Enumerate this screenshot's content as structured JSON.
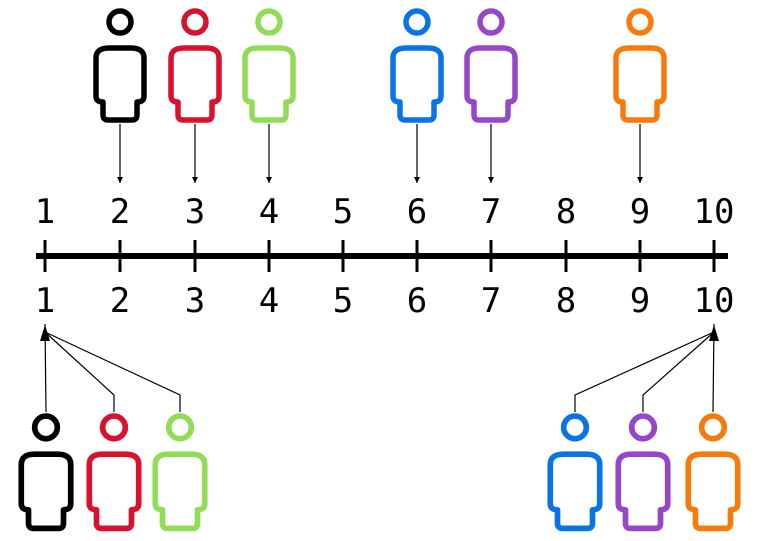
{
  "number_line": {
    "top_labels": [
      "1",
      "2",
      "3",
      "4",
      "5",
      "6",
      "7",
      "8",
      "9",
      "10"
    ],
    "bottom_labels": [
      "1",
      "2",
      "3",
      "4",
      "5",
      "6",
      "7",
      "8",
      "9",
      "10"
    ]
  },
  "people": [
    {
      "icon": "person-icon",
      "color": "#000000",
      "top_value": 2,
      "bottom_value": 1
    },
    {
      "icon": "person-icon",
      "color": "#d7112e",
      "top_value": 3,
      "bottom_value": 1
    },
    {
      "icon": "person-icon",
      "color": "#90dc56",
      "top_value": 4,
      "bottom_value": 1
    },
    {
      "icon": "person-icon",
      "color": "#0a73e6",
      "top_value": 6,
      "bottom_value": 10
    },
    {
      "icon": "person-icon",
      "color": "#9546c9",
      "top_value": 7,
      "bottom_value": 10
    },
    {
      "icon": "person-icon",
      "color": "#f77b0c",
      "top_value": 9,
      "bottom_value": 10
    }
  ]
}
